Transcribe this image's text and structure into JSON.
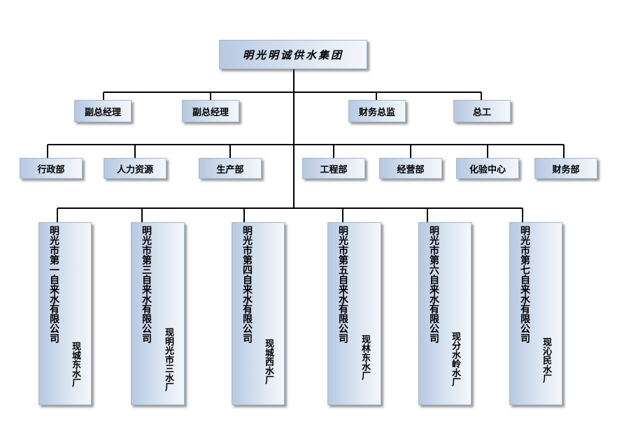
{
  "root": "明光明诚供水集团",
  "level1": [
    "副总经理",
    "副总经理",
    "财务总监",
    "总工"
  ],
  "level2": [
    "行政部",
    "人力资源",
    "生产部",
    "工程部",
    "经营部",
    "化验中心",
    "财务部"
  ],
  "plants": [
    {
      "company": "明光市第一自来水有限公司",
      "plant": "现城东水厂"
    },
    {
      "company": "明光市第三自来水有限公司",
      "plant": "现明光市三水厂"
    },
    {
      "company": "明光市第四自来水有限公司",
      "plant": "现城西水厂"
    },
    {
      "company": "明光市第五自来水有限公司",
      "plant": "现林东水厂"
    },
    {
      "company": "明光市第六自来水有限公司",
      "plant": "现分水岭水厂"
    },
    {
      "company": "明光市第七自来水有限公司",
      "plant": "现沁民水厂"
    }
  ],
  "colors": {
    "box_dark": "#b7c8e0",
    "box_light": "#f4f7fb",
    "line": "#000000"
  }
}
